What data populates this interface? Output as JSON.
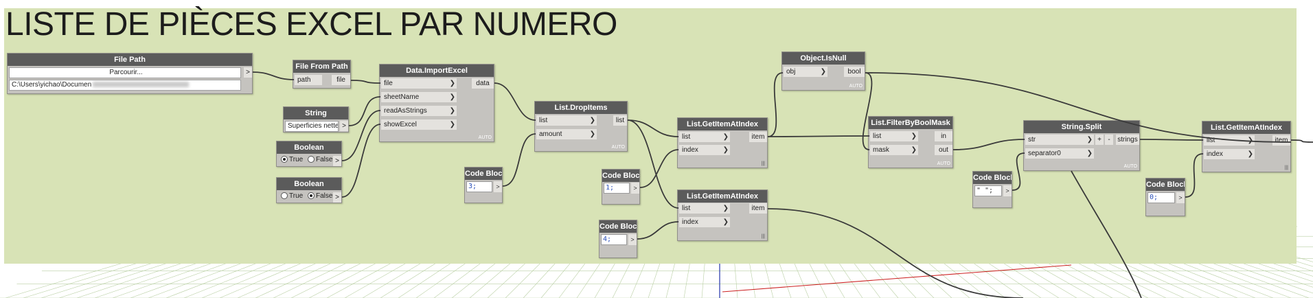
{
  "group": {
    "title": "LISTE DE PIÈCES EXCEL PAR NUMERO",
    "color": "#d8e3b6"
  },
  "nodes": {
    "file_path": {
      "title": "File Path",
      "button": "Parcourir...",
      "path_visible": "C:\\Users\\yichao\\Documen",
      "out": ">"
    },
    "file_from_path": {
      "title": "File From Path",
      "in": "path",
      "out": "file"
    },
    "string": {
      "title": "String",
      "value": "Superficies nettes",
      "out": ">"
    },
    "boolean1": {
      "title": "Boolean",
      "true_label": "True",
      "false_label": "False",
      "selected": "True",
      "out": ">"
    },
    "boolean2": {
      "title": "Boolean",
      "true_label": "True",
      "false_label": "False",
      "selected": "False",
      "out": ">"
    },
    "import_excel": {
      "title": "Data.ImportExcel",
      "inputs": [
        "file",
        "sheetName",
        "readAsStrings",
        "showExcel"
      ],
      "out": "data",
      "lacing": "AUTO"
    },
    "code_block_3": {
      "title": "Code Block",
      "code": "3;",
      "out": ">"
    },
    "drop_items": {
      "title": "List.DropItems",
      "inputs": [
        "list",
        "amount"
      ],
      "out": "list",
      "lacing": "AUTO"
    },
    "code_block_1": {
      "title": "Code Block",
      "code": "1;",
      "out": ">"
    },
    "code_block_4": {
      "title": "Code Block",
      "code": "4;",
      "out": ">"
    },
    "get_item_1": {
      "title": "List.GetItemAtIndex",
      "inputs": [
        "list",
        "index"
      ],
      "out": "item",
      "lacing": "|||"
    },
    "get_item_2": {
      "title": "List.GetItemAtIndex",
      "inputs": [
        "list",
        "index"
      ],
      "out": "item",
      "lacing": "|||"
    },
    "is_null": {
      "title": "Object.IsNull",
      "inputs": [
        "obj"
      ],
      "out": "bool",
      "lacing": "AUTO"
    },
    "filter_mask": {
      "title": "List.FilterByBoolMask",
      "inputs": [
        "list",
        "mask"
      ],
      "outs": [
        "in",
        "out"
      ],
      "lacing": "AUTO"
    },
    "code_block_sp": {
      "title": "Code Block",
      "code": "\" \";",
      "out": ">"
    },
    "string_split": {
      "title": "String.Split",
      "inputs": [
        "str",
        "separator0"
      ],
      "plus": "+",
      "minus": "-",
      "out": "strings",
      "lacing": "AUTO"
    },
    "code_block_0": {
      "title": "Code Block",
      "code": "0;",
      "out": ">"
    },
    "get_item_3": {
      "title": "List.GetItemAtIndex",
      "inputs": [
        "list",
        "index"
      ],
      "out": "item",
      "lacing": "|||"
    }
  },
  "colors": {
    "node_header": "#5b5b5b",
    "node_body": "#c5c3bf",
    "wire": "#3a3a3a",
    "code_text": "#2a4fb8",
    "axis_red": "#cc2222",
    "axis_blue": "#2233aa"
  }
}
